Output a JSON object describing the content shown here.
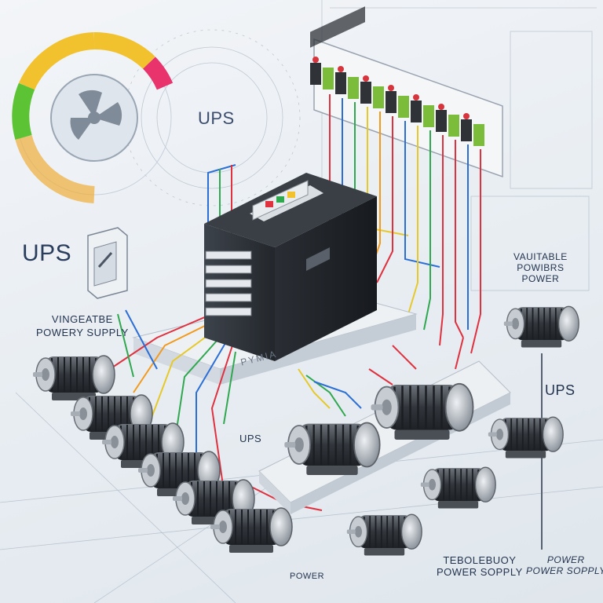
{
  "labels": {
    "ups_left": "UPS",
    "ups_gauge": "UPS",
    "ups_right": "UPS",
    "ups_center": "UPS",
    "vineable_line1": "VINGEATBE",
    "vineable_line2": "POWERY SUPPLY",
    "variable_line1": "VAUITABLE",
    "variable_line2": "POWIBRS",
    "variable_line3": "POWER",
    "tebolebuoy_line1": "TEBOLEBUOY",
    "tebolebuoy_line2": "POWER SOPPLY",
    "power_right_line1": "POWER",
    "power_right_line2": "POWER SOPPLY",
    "power_bottom": "POWER",
    "base_text": "PYMIA"
  },
  "colors": {
    "wire_red": "#e0313f",
    "wire_orange": "#f29a1e",
    "wire_yellow": "#e6c929",
    "wire_green": "#2fa84f",
    "wire_blue": "#2b6fd6",
    "gauge_green": "#5cc334",
    "gauge_yellow": "#f2c12e",
    "gauge_magenta": "#e8336d",
    "ups_body": "#2b2f35",
    "motor_body": "#3a3f46",
    "motor_cap": "#b9bfc6"
  },
  "icons": [
    "ups-gauge-icon",
    "fan-icon",
    "wall-switch-icon",
    "terminal-rack-icon",
    "motor-icon"
  ]
}
